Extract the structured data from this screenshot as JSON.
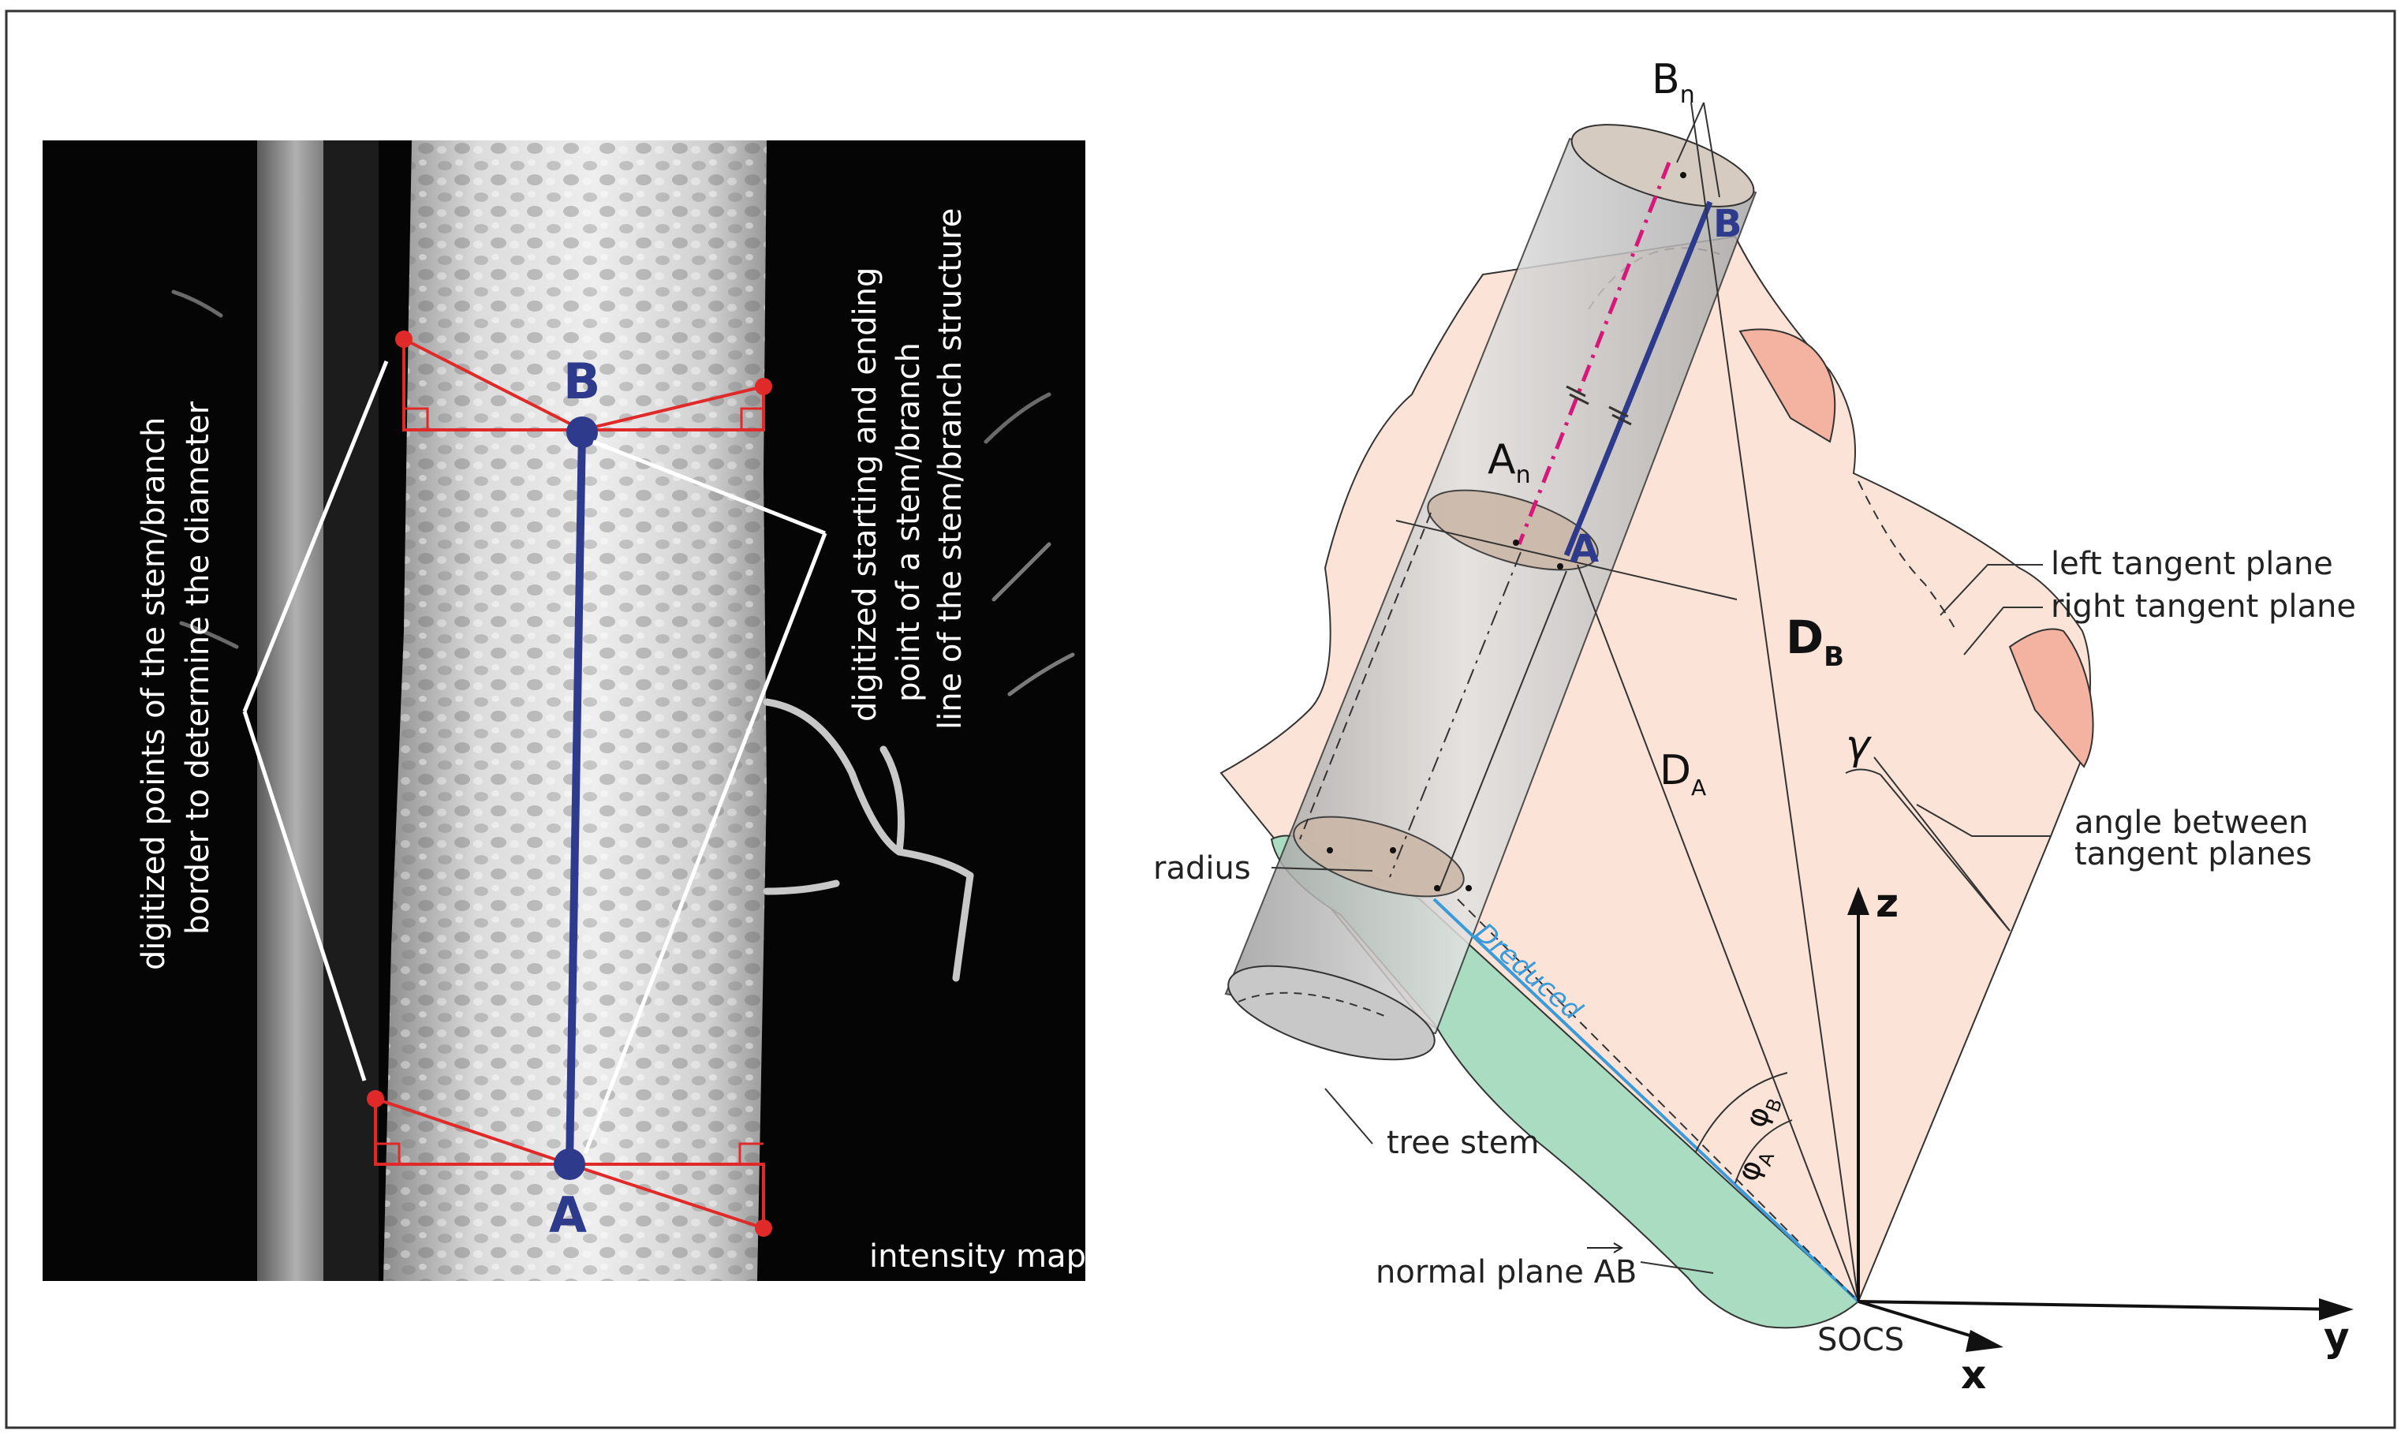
{
  "left_panel": {
    "annotation_left": [
      "digitized points of the stem/branch",
      "border to determine the diameter"
    ],
    "annotation_right": [
      "digitized starting and ending",
      "point of a stem/branch",
      "line of the stem/branch structure"
    ],
    "point_a": "A",
    "point_b": "B",
    "caption": "intensity map"
  },
  "right_panel": {
    "point_b_n": "B",
    "point_b_n_sub": "n",
    "point_a_n": "A",
    "point_a_n_sub": "n",
    "point_a": "A",
    "point_b": "B",
    "d_b": "D",
    "d_b_sub": "B",
    "d_a": "D",
    "d_a_sub": "A",
    "d_reduced": "Dreduced",
    "phi_a": "φ",
    "phi_a_sub": "A",
    "phi_b": "φ",
    "phi_b_sub": "B",
    "gamma": "γ",
    "left_tangent_plane": "left tangent plane",
    "right_tangent_plane": "right tangent plane",
    "angle_between": [
      "angle between",
      "tangent planes"
    ],
    "radius": "radius",
    "tree_stem": "tree stem",
    "normal_plane": "normal plane AB",
    "socs": "SOCS",
    "axis_x": "x",
    "axis_y": "y",
    "axis_z": "z"
  },
  "colors": {
    "stem_line": "#2e3a8c",
    "digitized_points": "#e02a2a",
    "tangent_plane_fill": "#fbe3d8",
    "right_plane_fill": "#f3b3a0",
    "normal_plane_fill": "#a9dcc0",
    "cylinder_fill": "#b8b8b8",
    "d_reduced_line": "#3a9bd8",
    "axis_dashdot": "#d6187a"
  }
}
